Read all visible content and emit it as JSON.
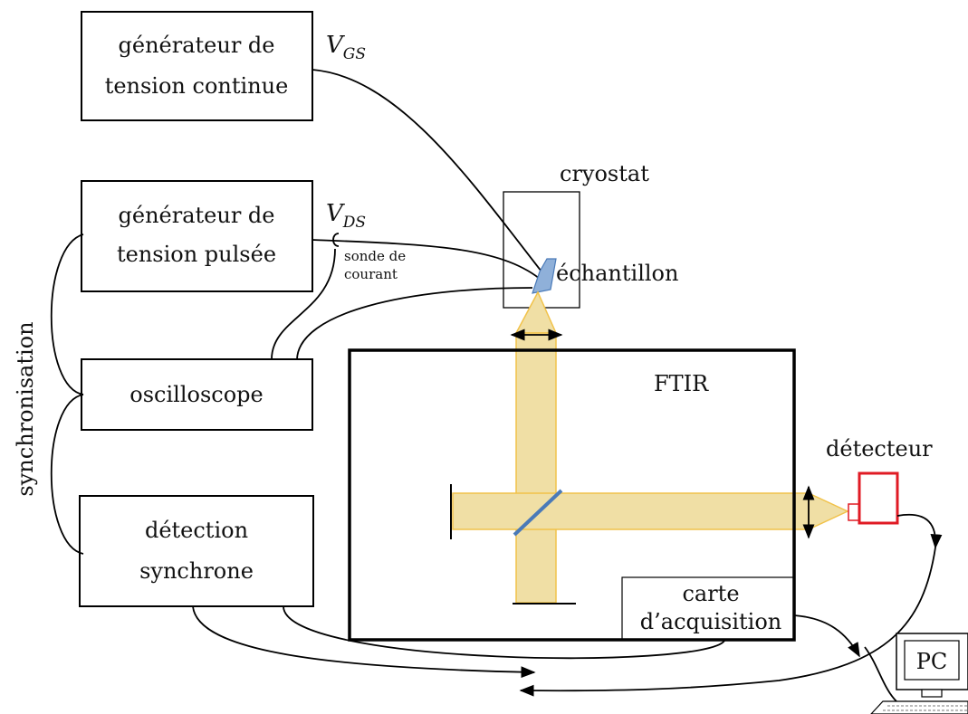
{
  "gen_continue": {
    "line1": "générateur de",
    "line2": "tension continue"
  },
  "gen_pulsee": {
    "line1": "générateur de",
    "line2": "tension pulsée"
  },
  "oscilloscope": "oscilloscope",
  "detection": {
    "line1": "détection",
    "line2": "synchrone"
  },
  "synchronisation": "synchronisation",
  "vgs": {
    "main": "V",
    "sub": "GS"
  },
  "vds": {
    "main": "V",
    "sub": "DS"
  },
  "sonde": {
    "line1": "sonde de",
    "line2": "courant"
  },
  "cryostat": "cryostat",
  "echantillon": "échantillon",
  "ftir": "FTIR",
  "detecteur": "détecteur",
  "carte": {
    "line1": "carte",
    "line2": "d’acquisition"
  },
  "pc": "PC",
  "colors": {
    "beam_fill": "#f0dfa5",
    "beam_edge": "#f1c24a",
    "detector": "#e01b24",
    "splitter": "#4a7ab8",
    "sample": "#8fb0d9"
  }
}
